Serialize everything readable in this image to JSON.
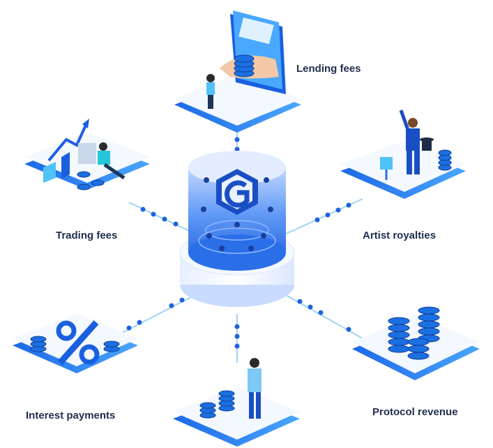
{
  "hub": {
    "logo": "hex-g-logo-icon"
  },
  "revenue_sources": [
    {
      "id": "lending",
      "label": "Lending fees",
      "icon": "credit-card-hand-coins-icon"
    },
    {
      "id": "trading",
      "label": "Trading fees",
      "icon": "rising-chart-icon"
    },
    {
      "id": "artist",
      "label": "Artist royalties",
      "icon": "magician-hat-icon"
    },
    {
      "id": "interest",
      "label": "Interest payments",
      "icon": "percent-icon"
    },
    {
      "id": "staking",
      "label": "",
      "icon": "person-coins-icon"
    },
    {
      "id": "protocol",
      "label": "Protocol revenue",
      "icon": "coin-stacks-icon"
    }
  ],
  "colors": {
    "primary_blue": "#1565e6",
    "light_blue": "#4fc3f7",
    "tile_top": "#f4f8ff",
    "tile_side": "#1e6fe8",
    "text": "#1f2e4d"
  }
}
